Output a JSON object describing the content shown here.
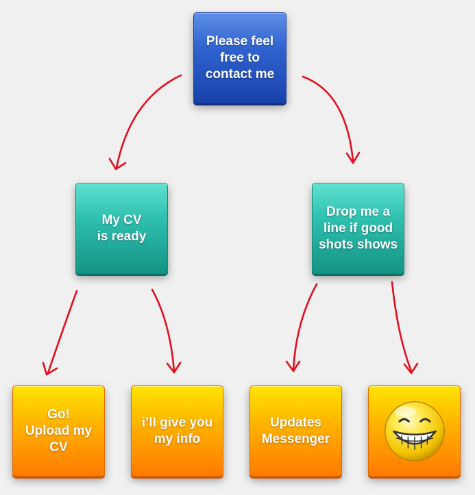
{
  "diagram": {
    "root": {
      "label": "Please feel\nfree to\ncontact me",
      "color": "#2f62cf"
    },
    "left_branch": {
      "label": "My CV\nis ready",
      "color": "#2ebfae"
    },
    "right_branch": {
      "label": "Drop me a\nline if good\nshots shows",
      "color": "#2ebfae"
    },
    "leaves": [
      {
        "label": "Go!\nUpload my\nCV"
      },
      {
        "label": "i’ll give you\nmy info"
      },
      {
        "label": "Updates\nMessenger"
      },
      {
        "label": "",
        "icon": "grinning-smiley-icon"
      }
    ],
    "leaf_color": "#ffb000",
    "arrow_color": "#e0101e"
  }
}
